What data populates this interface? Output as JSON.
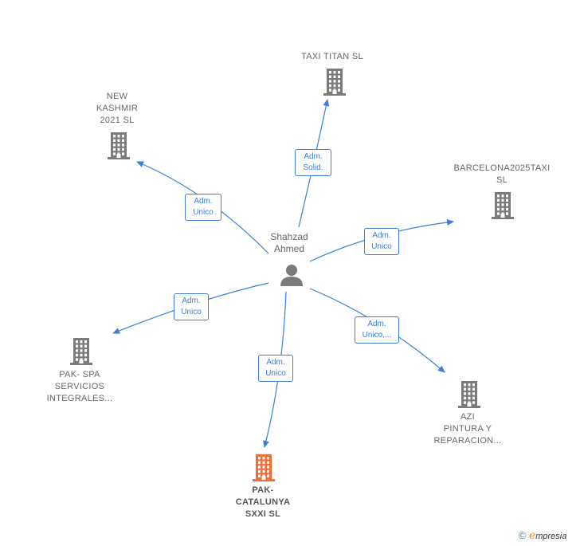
{
  "center": {
    "name": "Shahzad\nAhmed"
  },
  "nodes": [
    {
      "id": "taxi-titan",
      "label": "TAXI TITAN  SL",
      "highlight": false
    },
    {
      "id": "new-kashmir",
      "label": "NEW\nKASHMIR\n2021  SL",
      "highlight": false
    },
    {
      "id": "barcelona2025taxi",
      "label": "BARCELONA2025TAXI\nSL",
      "highlight": false
    },
    {
      "id": "pak-spa",
      "label": "PAK- SPA\nSERVICIOS\nINTEGRALES...",
      "highlight": false
    },
    {
      "id": "pak-catalunya",
      "label": "PAK-\nCATALUNYA\nSXXI  SL",
      "highlight": true
    },
    {
      "id": "azi",
      "label": "AZI\nPINTURA Y\nREPARACION...",
      "highlight": false
    }
  ],
  "edges": [
    {
      "to": "taxi-titan",
      "label": "Adm.\nSolid."
    },
    {
      "to": "new-kashmir",
      "label": "Adm.\nUnico"
    },
    {
      "to": "barcelona2025taxi",
      "label": "Adm.\nUnico"
    },
    {
      "to": "pak-spa",
      "label": "Adm.\nUnico"
    },
    {
      "to": "pak-catalunya",
      "label": "Adm.\nUnico"
    },
    {
      "to": "azi",
      "label": "Adm.\nUnico,..."
    }
  ],
  "colors": {
    "edge": "#3d7fd6",
    "building": "#7b7b7b",
    "building_highlight": "#f26b3a",
    "person": "#7b7b7b"
  },
  "footer": {
    "copyright": "©",
    "brand_initial": "e",
    "brand_rest": "mpresia"
  }
}
